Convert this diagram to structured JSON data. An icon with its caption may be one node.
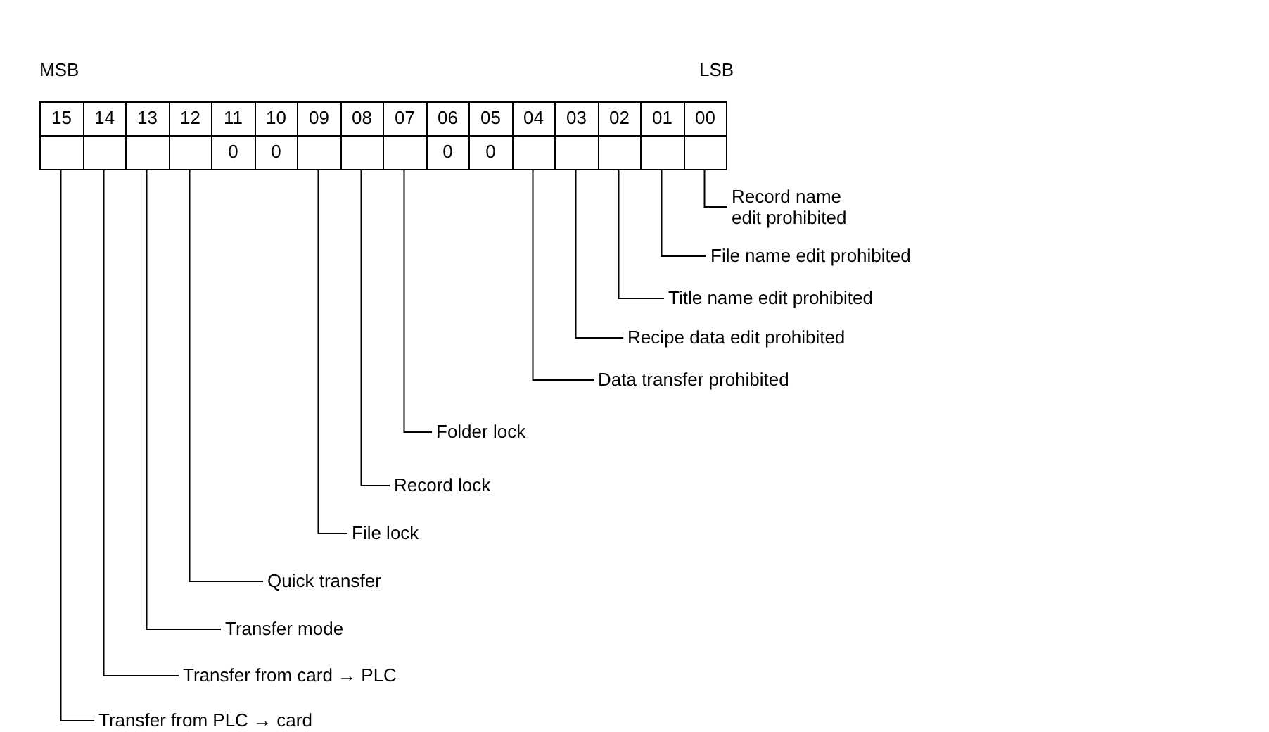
{
  "diagram": {
    "nodes": [
      {
        "text": [
          "15"
        ]
      },
      {
        "text": [
          "14"
        ]
      },
      {
        "text": [
          "13"
        ]
      },
      {
        "text": [
          "12"
        ]
      },
      {
        "text": [
          "11"
        ]
      },
      {
        "text": [
          "10"
        ]
      },
      {
        "text": [
          "09"
        ]
      },
      {
        "text": [
          "08"
        ]
      },
      {
        "text": [
          "07"
        ]
      },
      {
        "text": [
          "06"
        ]
      },
      {
        "text": [
          "05"
        ]
      },
      {
        "text": [
          "04"
        ]
      },
      {
        "text": [
          "03"
        ]
      },
      {
        "text": [
          "02"
        ]
      },
      {
        "text": [
          "01"
        ]
      },
      {
        "text": [
          "00"
        ]
      },
      {
        "text": [],
        "shape": "box"
      },
      {
        "text": [],
        "shape": "box"
      },
      {
        "text": [],
        "shape": "box"
      },
      {
        "text": [],
        "shape": "box"
      },
      {
        "text": [
          "0"
        ]
      },
      {
        "text": [
          "0"
        ]
      },
      {
        "text": [],
        "shape": "box"
      },
      {
        "text": [],
        "shape": "box"
      },
      {
        "text": [],
        "shape": "box"
      },
      {
        "text": [
          "0"
        ]
      },
      {
        "text": [
          "0"
        ]
      },
      {
        "text": [],
        "shape": "box"
      },
      {
        "text": [],
        "shape": "box"
      },
      {
        "text": [],
        "shape": "box"
      },
      {
        "text": [],
        "shape": "box"
      },
      {
        "text": [],
        "shape": "box"
      },
      {
        "text": [
          "Record name edit prohibited"
        ]
      },
      {
        "text": [
          "File name edit prohibited"
        ]
      },
      {
        "text": [
          "Title name edit prohibited"
        ]
      },
      {
        "text": [
          "Recipe data edit prohibited"
        ]
      },
      {
        "text": [
          "Data transfer prohibited"
        ]
      },
      {
        "text": [
          "Folder lock"
        ]
      },
      {
        "text": [
          "Record lock"
        ]
      },
      {
        "text": [
          "File lock"
        ]
      },
      {
        "text": [
          "Quick transfer"
        ]
      },
      {
        "text": [
          "Transfer mode"
        ]
      },
      {
        "text": [
          "Transfer from card → PLC"
        ]
      },
      {
        "text": [
          "Transfer from PLC → card"
        ]
      }
    ],
    "edges": [
      {
        "from": 32,
        "to": 31,
        "arrow": "none"
      },
      {
        "from": 33,
        "to": 30,
        "arrow": "none"
      },
      {
        "from": 34,
        "to": 29,
        "arrow": "none"
      },
      {
        "from": 35,
        "to": 28,
        "arrow": "none"
      },
      {
        "from": 36,
        "to": 27,
        "arrow": "none"
      },
      {
        "from": 37,
        "to": 24,
        "arrow": "none"
      },
      {
        "from": 38,
        "to": 23,
        "arrow": "none"
      },
      {
        "from": 39,
        "to": 22,
        "arrow": "none"
      },
      {
        "from": 40,
        "to": 19,
        "arrow": "none"
      },
      {
        "from": 41,
        "to": 18,
        "arrow": "none"
      },
      {
        "from": 42,
        "to": 17,
        "arrow": "none"
      },
      {
        "from": 43,
        "to": 16,
        "arrow": "none"
      }
    ],
    "labels": [
      "MSB",
      "LSB"
    ]
  }
}
